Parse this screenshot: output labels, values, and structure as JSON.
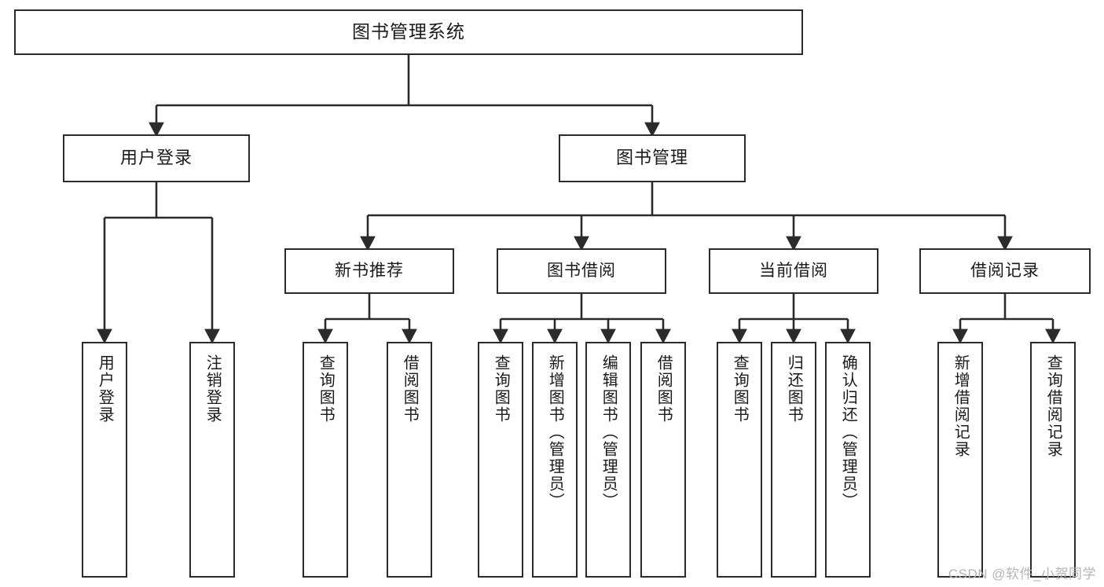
{
  "diagram": {
    "title": "图书管理系统",
    "type": "tree-hierarchy",
    "watermark": "CSDN @软件_小贺同学",
    "accent_color": "#2b2b2b",
    "background_color": "#ffffff",
    "nodes": {
      "root": {
        "label": "图书管理系统"
      },
      "level2": [
        {
          "id": "user-login",
          "label": "用户登录"
        },
        {
          "id": "book-manage",
          "label": "图书管理"
        }
      ],
      "level3": [
        {
          "id": "new-book-recommend",
          "label": "新书推荐"
        },
        {
          "id": "book-borrow",
          "label": "图书借阅"
        },
        {
          "id": "current-borrow",
          "label": "当前借阅"
        },
        {
          "id": "borrow-record",
          "label": "借阅记录"
        }
      ],
      "leaves": {
        "user-login": [
          {
            "id": "leaf-user-login",
            "label": "用户登录"
          },
          {
            "id": "leaf-logout-login",
            "label": "注销登录"
          }
        ],
        "new-book-recommend": [
          {
            "id": "leaf-query-book-1",
            "label": "查询图书"
          },
          {
            "id": "leaf-borrow-book-1",
            "label": "借阅图书"
          }
        ],
        "book-borrow": [
          {
            "id": "leaf-query-book-2",
            "label": "查询图书"
          },
          {
            "id": "leaf-add-book",
            "label": "新增图书（管理员）"
          },
          {
            "id": "leaf-edit-book",
            "label": "编辑图书（管理员）"
          },
          {
            "id": "leaf-borrow-book-2",
            "label": "借阅图书"
          }
        ],
        "current-borrow": [
          {
            "id": "leaf-query-book-3",
            "label": "查询图书"
          },
          {
            "id": "leaf-return-book",
            "label": "归还图书"
          },
          {
            "id": "leaf-confirm-return",
            "label": "确认归还（管理员）"
          }
        ],
        "borrow-record": [
          {
            "id": "leaf-add-record",
            "label": "新增借阅记录"
          },
          {
            "id": "leaf-query-record",
            "label": "查询借阅记录"
          }
        ]
      }
    }
  }
}
